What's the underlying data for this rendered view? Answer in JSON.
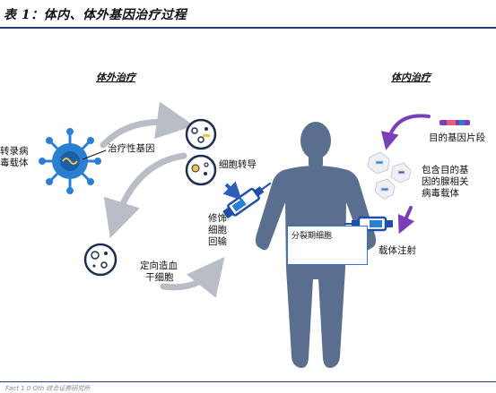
{
  "title": "表 1：体内、体外基因治疗过程",
  "footer": "Fact 1 0 Oth    综合证券研究所",
  "sections": {
    "ex_vivo": "体外治疗",
    "in_vivo": "体内治疗"
  },
  "labels": {
    "retrovirus_vector": [
      "转录病",
      "毒载体"
    ],
    "therapeutic_gene": "治疗性基因",
    "cell_transduction": "细胞转导",
    "modified_cells_reinfused": [
      "修饰",
      "细胞",
      "回输"
    ],
    "directed_stem_cells": [
      "定向造血",
      "干细胞"
    ],
    "target_gene_fragment": "目的基因片段",
    "aav_vector": [
      "包含目的基",
      "因的腺相关",
      "病毒载体"
    ],
    "vector_injection": "载体注射",
    "dividing_cells": "分裂期细胞"
  },
  "colors": {
    "body": "#5a6f8f",
    "virus": "#2b7fd1",
    "arrow_gray": "#b9bec6",
    "arrow_purple": "#7a3fb8",
    "syringe": "#1f4fa8",
    "rule": "#1f3f7a"
  }
}
